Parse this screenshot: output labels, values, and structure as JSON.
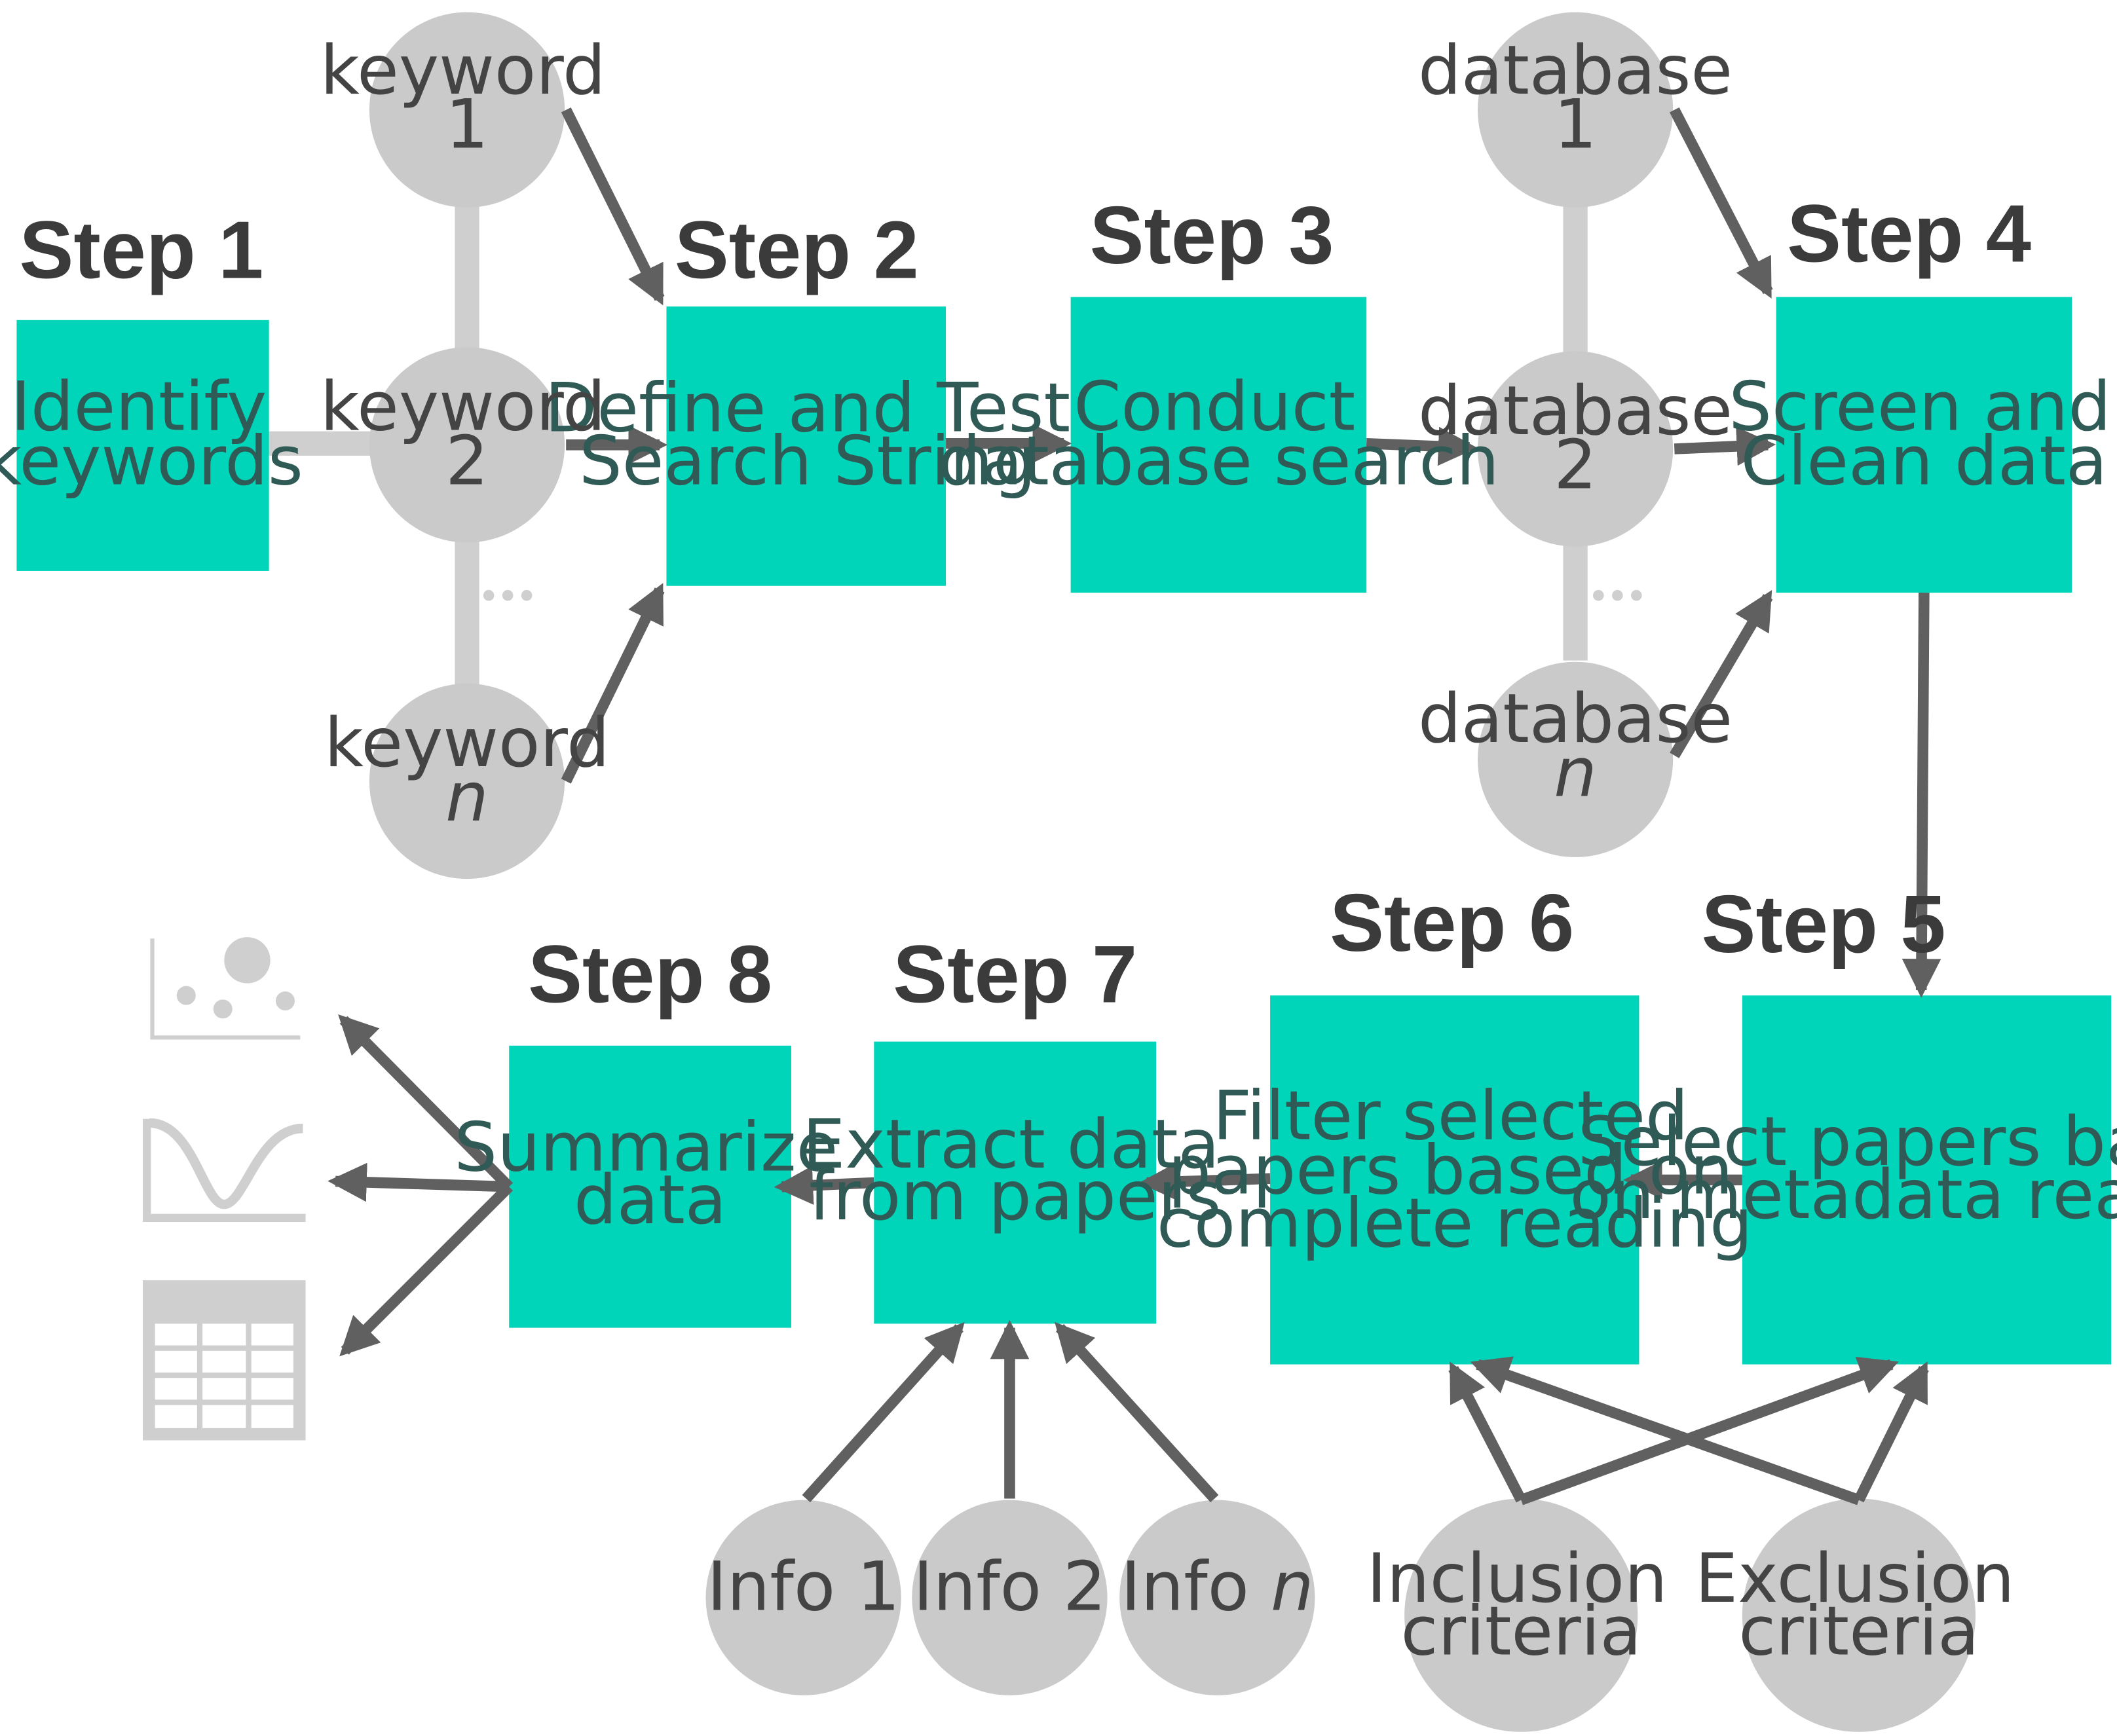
{
  "steps": {
    "s1": {
      "label": "Step 1",
      "text": [
        "Identify",
        "keywords"
      ]
    },
    "s2": {
      "label": "Step 2",
      "text": [
        "Define and Test",
        "Search String"
      ]
    },
    "s3": {
      "label": "Step 3",
      "text": [
        "Conduct",
        "database search"
      ]
    },
    "s4": {
      "label": "Step 4",
      "text": [
        "Screen and",
        "Clean data"
      ]
    },
    "s5": {
      "label": "Step 5",
      "text": [
        "Select papers based",
        "on metadata reading"
      ]
    },
    "s6": {
      "label": "Step 6",
      "text": [
        "Filter selected",
        "papers based on",
        "complete reading"
      ]
    },
    "s7": {
      "label": "Step 7",
      "text": [
        "Extract data",
        "from papers"
      ]
    },
    "s8": {
      "label": "Step 8",
      "text": [
        "Summarize",
        "data"
      ]
    }
  },
  "nodes": {
    "keyword1": {
      "line1": "keyword",
      "line2": "1"
    },
    "keyword2": {
      "line1": "keyword",
      "line2": "2"
    },
    "keywordn": {
      "line1": "keyword",
      "line2": "n"
    },
    "database1": {
      "line1": "database",
      "line2": "1"
    },
    "database2": {
      "line1": "database",
      "line2": "2"
    },
    "databasen": {
      "line1": "database",
      "line2": "n"
    },
    "info1": {
      "prefix": "Info",
      "suffix": "1"
    },
    "info2": {
      "prefix": "Info",
      "suffix": "2"
    },
    "infon": {
      "prefix": "Info",
      "suffix": "n"
    },
    "inclusion": {
      "line1": "Inclusion",
      "line2": "criteria"
    },
    "exclusion": {
      "line1": "Exclusion",
      "line2": "criteria"
    }
  },
  "ellipsis": "•••",
  "icons": [
    "scatter-plot-icon",
    "curve-chart-icon",
    "table-icon"
  ],
  "colors": {
    "box": "#00d4b9",
    "node": "#cbcaca",
    "arrow": "#606060",
    "link": "#cfcfcf"
  }
}
